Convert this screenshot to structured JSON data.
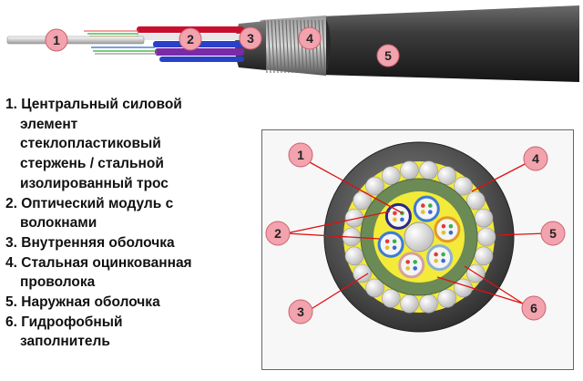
{
  "top_markers": [
    "1",
    "2",
    "3",
    "4",
    "5"
  ],
  "section_markers": [
    "1",
    "2",
    "3",
    "4",
    "5",
    "6"
  ],
  "legend": [
    {
      "number": "1.",
      "lines": [
        "Центральный силовой",
        "элемент",
        "стеклопластиковый",
        "стержень / стальной",
        "изолированный трос"
      ]
    },
    {
      "number": "2.",
      "lines": [
        "Оптический модуль с",
        "волокнами"
      ]
    },
    {
      "number": "3.",
      "lines": [
        "Внутренняя оболочка"
      ]
    },
    {
      "number": "4.",
      "lines": [
        "Стальная оцинкованная",
        "проволока"
      ]
    },
    {
      "number": "5.",
      "lines": [
        "Наружная оболочка"
      ]
    },
    {
      "number": "6.",
      "lines": [
        "Гидрофобный",
        "заполнитель"
      ]
    }
  ],
  "colors": {
    "marker_fill": "#f2a3ad",
    "outer_sheath": "#3a3a3a",
    "inner_sheath": "#6b8a55",
    "filler": "#f3ea3a",
    "wire": "#d6d6d6",
    "leader_line": "#e01010"
  }
}
